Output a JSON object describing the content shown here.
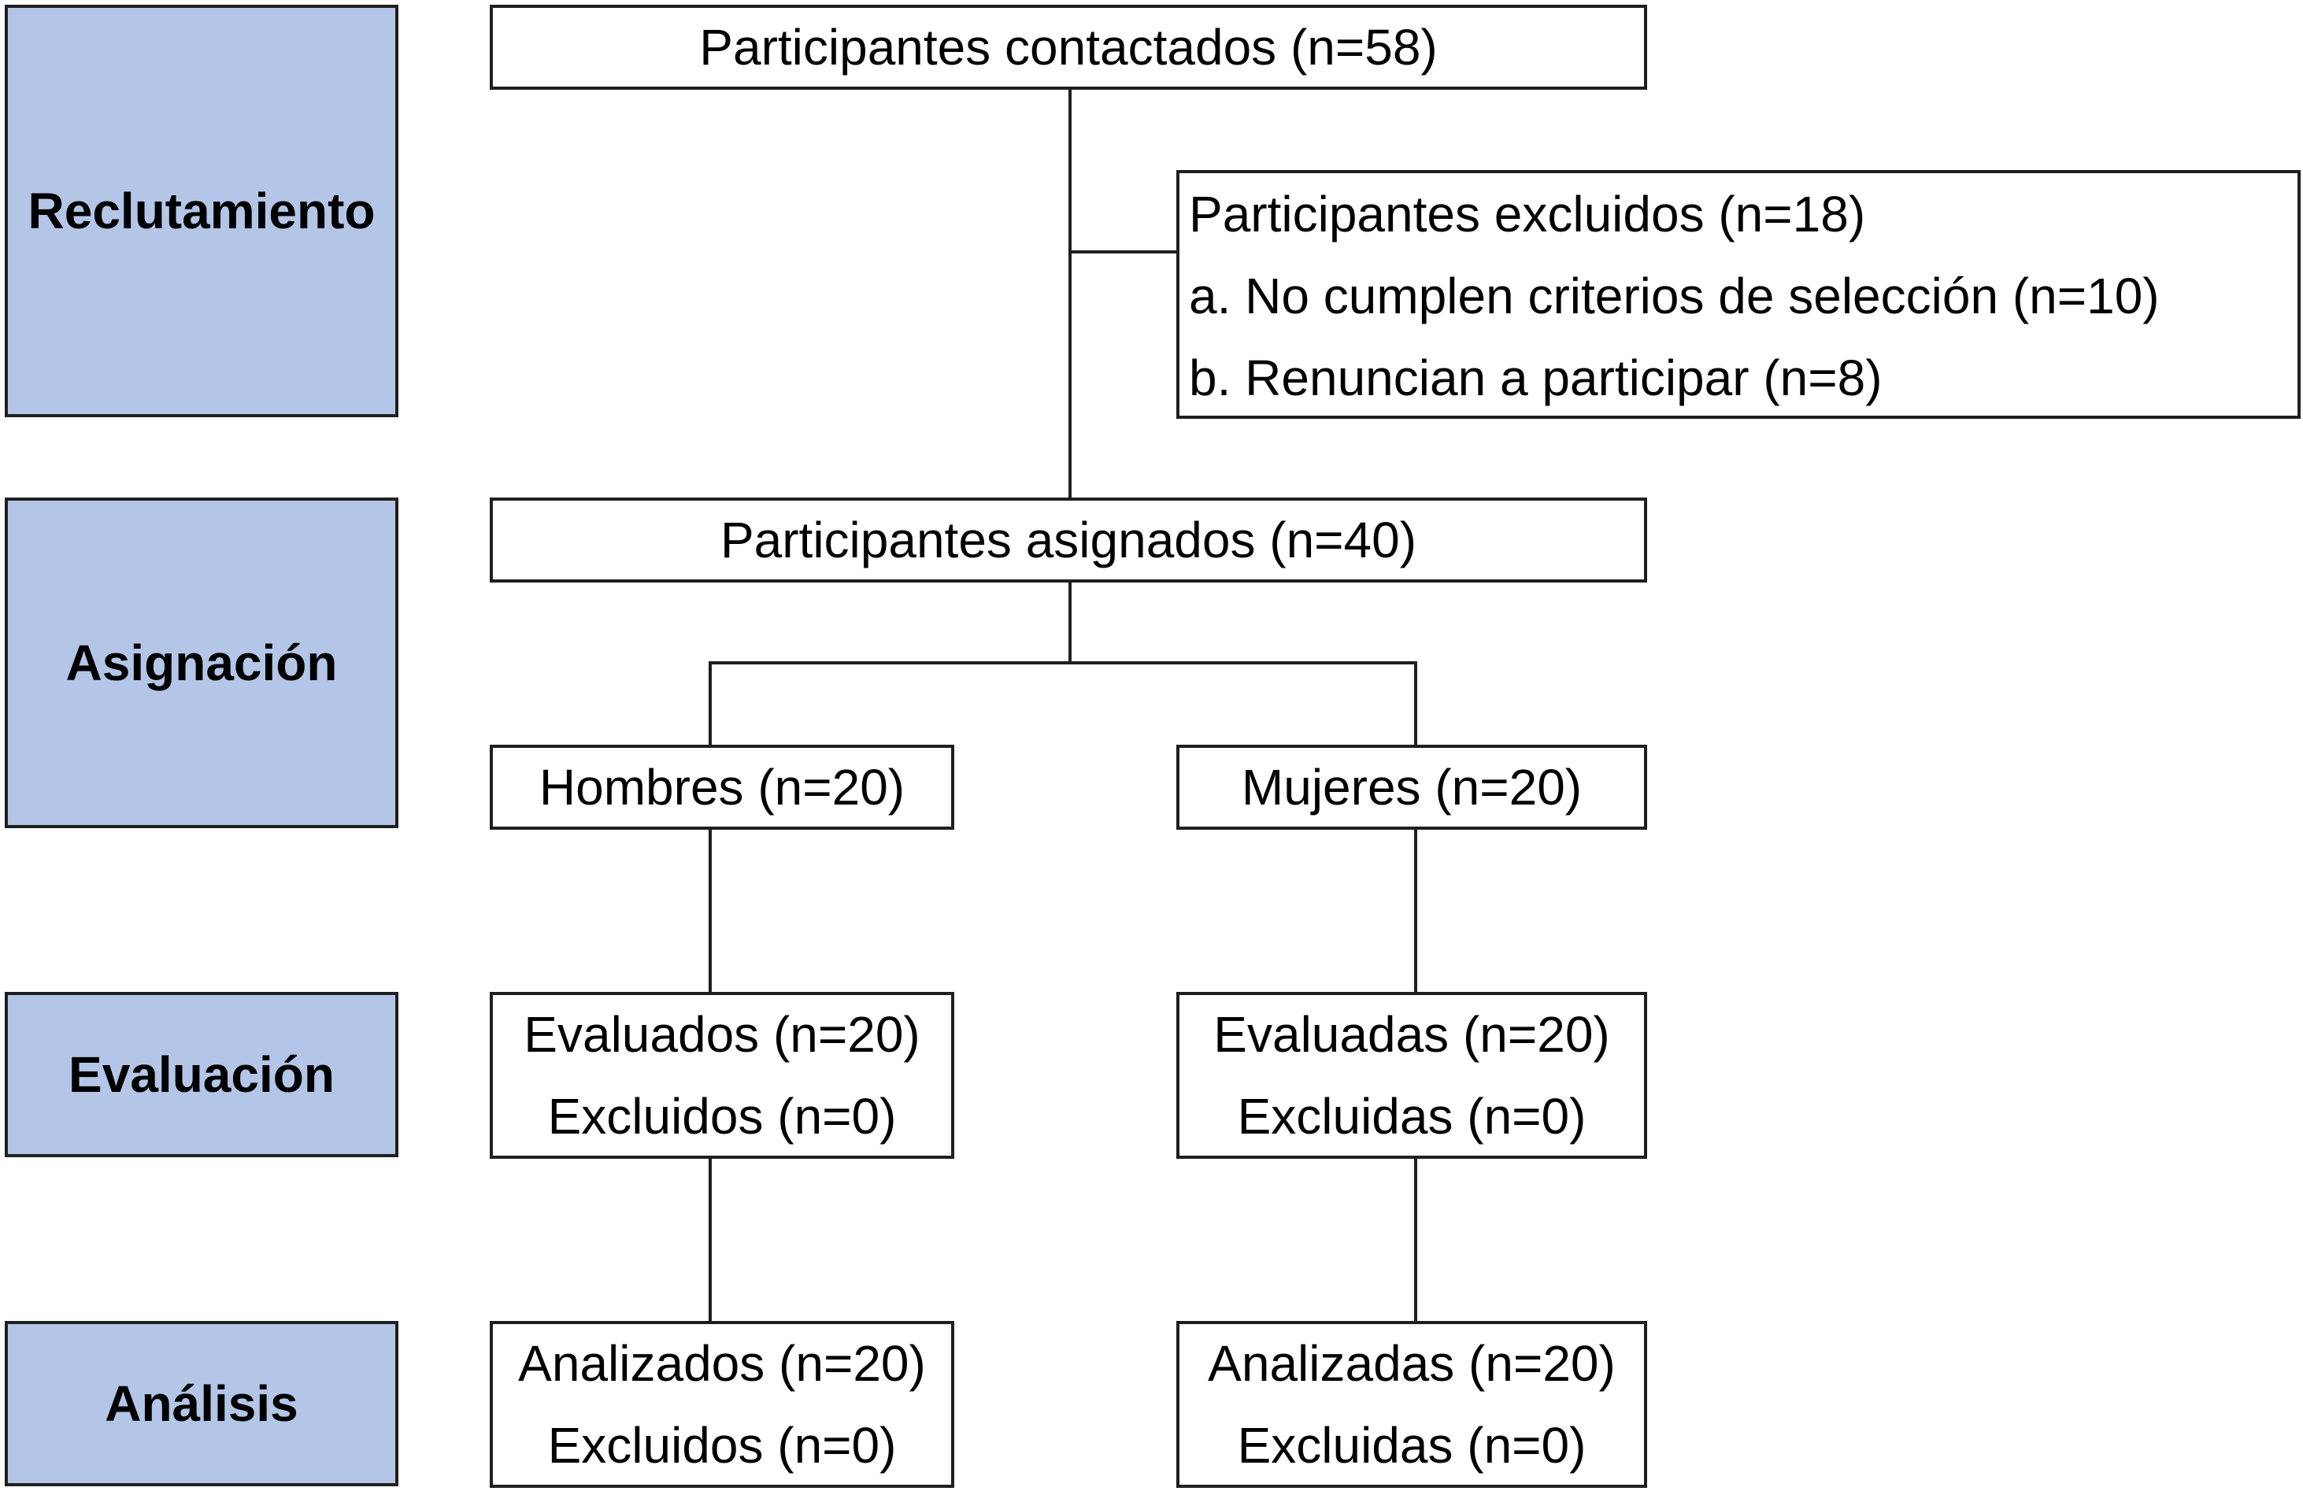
{
  "stages": {
    "reclutamiento": "Reclutamiento",
    "asignacion": "Asignación",
    "evaluacion": "Evaluación",
    "analisis": "Análisis"
  },
  "nodes": {
    "contacted": "Participantes contactados (n=58)",
    "excluded": {
      "title": "Participantes excluidos (n=18)",
      "reason_a": "a. No cumplen criterios de selección (n=10)",
      "reason_b": "b. Renuncian a participar (n=8)"
    },
    "assigned": "Participantes asignados (n=40)",
    "men": "Hombres (n=20)",
    "women": "Mujeres (n=20)",
    "men_eval": {
      "line1": "Evaluados (n=20)",
      "line2": "Excluidos (n=0)"
    },
    "women_eval": {
      "line1": "Evaluadas (n=20)",
      "line2": "Excluidas (n=0)"
    },
    "men_analysis": {
      "line1": "Analizados (n=20)",
      "line2": "Excluidos (n=0)"
    },
    "women_analysis": {
      "line1": "Analizadas (n=20)",
      "line2": "Excluidas (n=0)"
    }
  },
  "colors": {
    "stage_fill": "#b4c6e7",
    "border": "#1f1f1f"
  }
}
